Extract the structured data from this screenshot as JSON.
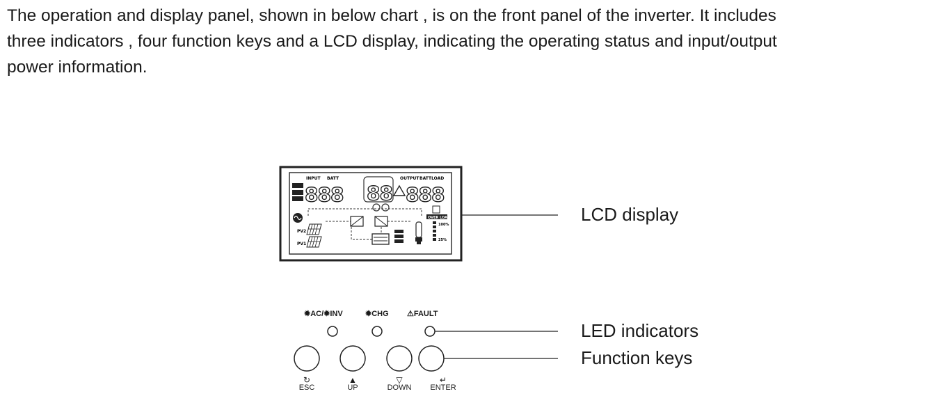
{
  "intro": {
    "line1": "The operation and display panel, shown in below chart , is on the front panel of the inverter. It includes",
    "line2": "three indicators , four function keys and a LCD display, indicating the operating status and input/output",
    "line3": "power information."
  },
  "callouts": {
    "lcd": "LCD display",
    "leds": "LED indicators",
    "keys": "Function keys"
  },
  "lcd": {
    "input": "INPUT",
    "batt": "BATT",
    "output": "OUTPUT",
    "battload": "BATTLOAD",
    "ac": "AC",
    "pv1": "PV1",
    "pv2": "PV2",
    "left_digits": "888",
    "mid_digits": "88",
    "right_digits": "888",
    "overload": "OVER LOAD",
    "pct100": "100%",
    "pct25": "25%"
  },
  "leds": [
    {
      "label": "AC/✹INV",
      "icon": "sun-icon"
    },
    {
      "label": "CHG",
      "icon": "sun-icon"
    },
    {
      "label": "FAULT",
      "icon": "warning-icon"
    }
  ],
  "keys": [
    {
      "label": "ESC",
      "glyph": "↻"
    },
    {
      "label": "UP",
      "glyph": "▲"
    },
    {
      "label": "DOWN",
      "glyph": "▽"
    },
    {
      "label": "ENTER",
      "glyph": "↵"
    }
  ]
}
